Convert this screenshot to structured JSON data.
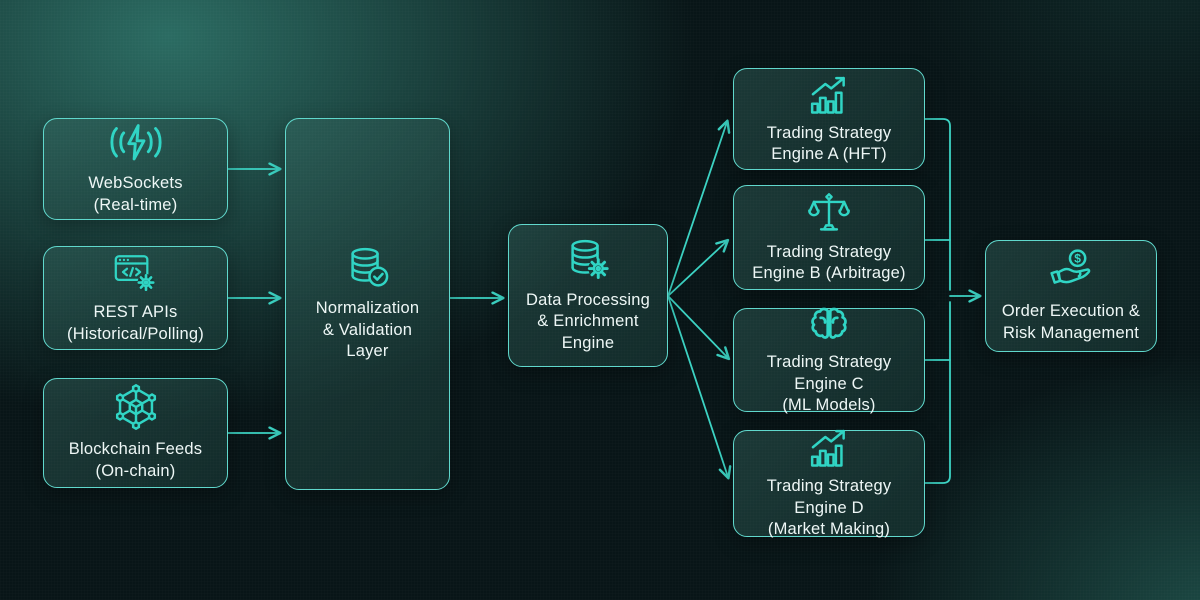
{
  "nodes": {
    "websockets": {
      "label": "WebSockets\n(Real-time)",
      "icon": "signal-bolt-icon"
    },
    "rest_apis": {
      "label": "REST APIs\n(Historical/Polling)",
      "icon": "api-window-gear-icon"
    },
    "blockchain": {
      "label": "Blockchain Feeds\n(On-chain)",
      "icon": "blockchain-network-icon"
    },
    "normalization": {
      "label": "Normalization\n& Validation\nLayer",
      "icon": "database-check-icon"
    },
    "processing": {
      "label": "Data Processing\n& Enrichment\nEngine",
      "icon": "database-gear-icon"
    },
    "engine_a": {
      "label": "Trading Strategy\nEngine A (HFT)",
      "icon": "chart-growth-icon"
    },
    "engine_b": {
      "label": "Trading Strategy\nEngine B (Arbitrage)",
      "icon": "balance-scale-icon"
    },
    "engine_c": {
      "label": "Trading Strategy\nEngine C\n(ML Models)",
      "icon": "brain-icon"
    },
    "engine_d": {
      "label": "Trading Strategy\nEngine D\n(Market Making)",
      "icon": "chart-growth-icon"
    },
    "order_execution": {
      "label": "Order Execution &\nRisk Management",
      "icon": "hand-coin-icon"
    }
  },
  "edges": [
    {
      "from": "websockets",
      "to": "normalization"
    },
    {
      "from": "rest_apis",
      "to": "normalization"
    },
    {
      "from": "blockchain",
      "to": "normalization"
    },
    {
      "from": "normalization",
      "to": "processing"
    },
    {
      "from": "processing",
      "to": "engine_a"
    },
    {
      "from": "processing",
      "to": "engine_b"
    },
    {
      "from": "processing",
      "to": "engine_c"
    },
    {
      "from": "processing",
      "to": "engine_d"
    },
    {
      "from": "engine_a",
      "to": "order_execution"
    },
    {
      "from": "engine_b",
      "to": "order_execution"
    },
    {
      "from": "engine_c",
      "to": "order_execution"
    },
    {
      "from": "engine_d",
      "to": "order_execution"
    }
  ],
  "icons": {
    "coin_symbol": "$"
  },
  "colors": {
    "background_base": "#081517",
    "glow_teal": "#2d7066",
    "node_border": "#5fd8cc",
    "node_fill": "#1c4540",
    "connector": "#3bd3c3",
    "icon": "#2fd5c4",
    "text": "#eef7f6"
  }
}
